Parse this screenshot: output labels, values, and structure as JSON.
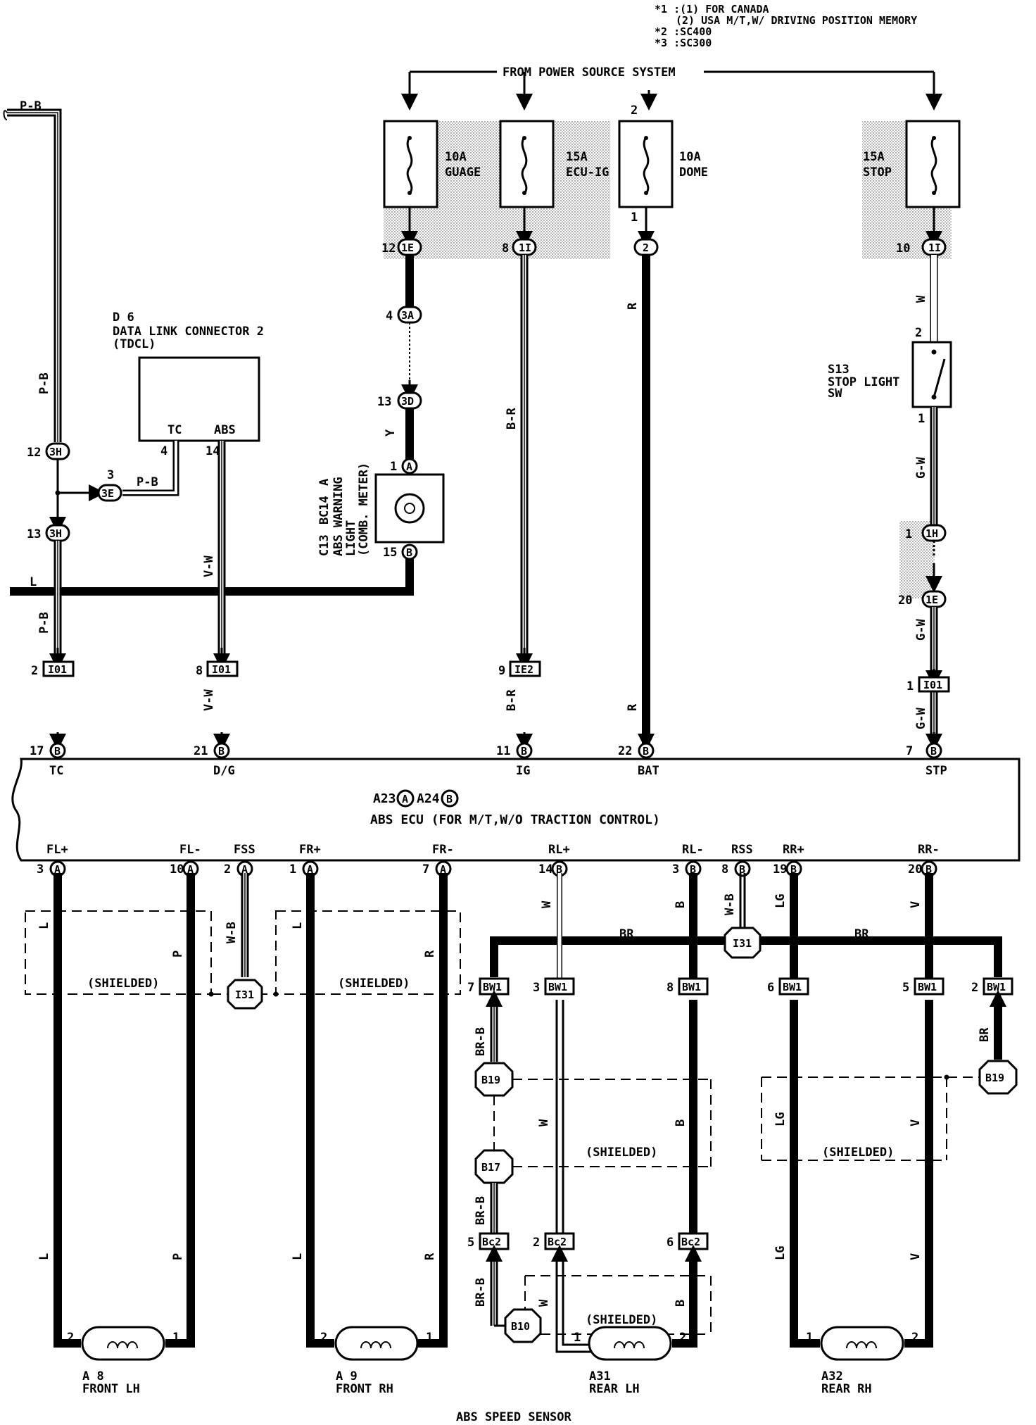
{
  "notes": {
    "n1a": "*1 :(1) FOR CANADA",
    "n1b": "(2) USA M/T,W/ DRIVING POSITION MEMORY",
    "n2": "*2 :SC400",
    "n3": "*3 :SC300"
  },
  "power_source": "FROM POWER SOURCE SYSTEM",
  "fuses": {
    "gauge": {
      "amp": "10A",
      "name": "GUAGE"
    },
    "ecuig": {
      "amp": "15A",
      "name": "ECU-IG"
    },
    "dome": {
      "amp": "10A",
      "name": "DOME"
    },
    "stop": {
      "amp": "15A",
      "name": "STOP"
    }
  },
  "connectors": {
    "c1E_top": {
      "pin": "12",
      "id": "1E"
    },
    "c1I_a": {
      "pin": "8",
      "id": "1I"
    },
    "c2": {
      "pin": "1",
      "id": "2"
    },
    "c1I_b": {
      "pin": "10",
      "id": "1I"
    },
    "c3A": {
      "pin": "4",
      "id": "3A"
    },
    "c3D": {
      "pin": "13",
      "id": "3D"
    },
    "c3H_a": {
      "pin": "12",
      "id": "3H"
    },
    "c3H_b": {
      "pin": "13",
      "id": "3H"
    },
    "c3E": {
      "pin": "3",
      "id": "3E"
    },
    "cA": {
      "pin": "1",
      "id": "A"
    },
    "cB15": {
      "pin": "15",
      "id": "B"
    },
    "c1H": {
      "pin": "1",
      "id": "1H"
    },
    "c1E_low": {
      "pin": "20",
      "id": "1E"
    },
    "dome_pin_top": "2",
    "stop_sw_top": "2",
    "stop_sw_bot": "1"
  },
  "junctions": {
    "i01_tc": {
      "pin": "2",
      "id": "I01"
    },
    "i01_dg": {
      "pin": "8",
      "id": "I01"
    },
    "ie2": {
      "pin": "9",
      "id": "IE2"
    },
    "i01_stp": {
      "pin": "1",
      "id": "I01"
    }
  },
  "dlc": {
    "ref": "D 6",
    "name": "DATA LINK CONNECTOR 2",
    "sub": "(TDCL)",
    "pin_tc": "TC",
    "pin_abs": "ABS",
    "num_tc": "4",
    "num_abs": "14"
  },
  "warning_light": {
    "ref": "C13",
    "ref_b": "B",
    "ref2": "C14",
    "ref2_a": "A",
    "name1": "ABS WARNING",
    "name2": "LIGHT",
    "name3": "(COMB. METER)"
  },
  "stop_switch": {
    "ref": "S13",
    "name1": "STOP LIGHT",
    "name2": "SW"
  },
  "ecu": {
    "ref_a": "A23",
    "ref_a_letter": "A",
    "ref_b": "A24",
    "ref_b_letter": "B",
    "name": "ABS ECU (FOR M/T,W/O TRACTION CONTROL)",
    "top_pins": [
      {
        "num": "17",
        "side": "B",
        "label": "TC"
      },
      {
        "num": "21",
        "side": "B",
        "label": "D/G"
      },
      {
        "num": "11",
        "side": "B",
        "label": "IG"
      },
      {
        "num": "22",
        "side": "B",
        "label": "BAT"
      },
      {
        "num": "7",
        "side": "B",
        "label": "STP"
      }
    ],
    "bottom_pins": [
      {
        "num": "3",
        "side": "A",
        "label": "FL+"
      },
      {
        "num": "10",
        "side": "A",
        "label": "FL-"
      },
      {
        "num": "2",
        "side": "A",
        "label": "FSS"
      },
      {
        "num": "1",
        "side": "A",
        "label": "FR+"
      },
      {
        "num": "7",
        "side": "A",
        "label": "FR-"
      },
      {
        "num": "14",
        "side": "B",
        "label": "RL+"
      },
      {
        "num": "3",
        "side": "B",
        "label": "RL-"
      },
      {
        "num": "8",
        "side": "B",
        "label": "RSS"
      },
      {
        "num": "19",
        "side": "B",
        "label": "RR+"
      },
      {
        "num": "20",
        "side": "B",
        "label": "RR-"
      }
    ]
  },
  "wire_colors": {
    "pb": "P-B",
    "vw": "V-W",
    "y": "Y",
    "br_r": "B-R",
    "r": "R",
    "w": "W",
    "gw": "G-W",
    "l": "L",
    "p": "P",
    "wb": "W-B",
    "b": "B",
    "lg": "LG",
    "v": "V",
    "br": "BR",
    "brb": "BR-B"
  },
  "shield_label": "(SHIELDED)",
  "mid_connectors": {
    "bw7": {
      "pin": "7",
      "id": "BW1"
    },
    "bw3": {
      "pin": "3",
      "id": "BW1"
    },
    "bw8": {
      "pin": "8",
      "id": "BW1"
    },
    "bw6": {
      "pin": "6",
      "id": "BW1"
    },
    "bw5": {
      "pin": "5",
      "id": "BW1"
    },
    "bw2": {
      "pin": "2",
      "id": "BW1"
    },
    "bc5": {
      "pin": "5",
      "id": "Bc2"
    },
    "bc2": {
      "pin": "2",
      "id": "Bc2"
    },
    "bc6": {
      "pin": "6",
      "id": "Bc2"
    }
  },
  "grounds": {
    "i31_top": "I31",
    "i31_front": "I31",
    "b19_left": "B19",
    "b17": "B17",
    "b10": "B10",
    "b19_right": "B19"
  },
  "sensors": [
    {
      "ref": "A 8",
      "name": "FRONT LH",
      "p1": "2",
      "p2": "1"
    },
    {
      "ref": "A 9",
      "name": "FRONT RH",
      "p1": "2",
      "p2": "1"
    },
    {
      "ref": "A31",
      "name": "REAR LH",
      "p1": "1",
      "p2": "2"
    },
    {
      "ref": "A32",
      "name": "REAR RH",
      "p1": "1",
      "p2": "2"
    }
  ],
  "footer": "ABS SPEED SENSOR"
}
